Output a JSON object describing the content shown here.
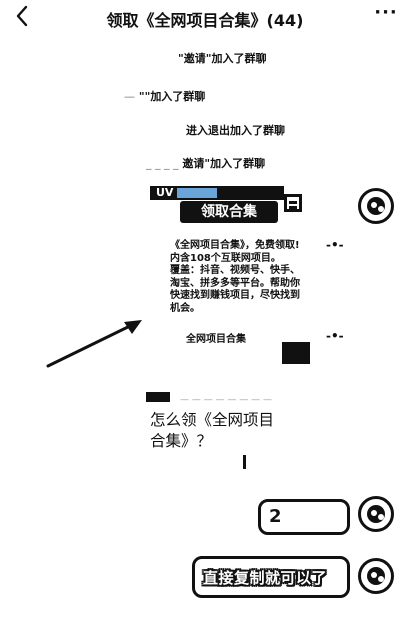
{
  "header": {
    "title": "领取《全网项目合集》(44)",
    "more_label": "···"
  },
  "system_messages": [
    {
      "prefix": "\"",
      "inviter": "邀请",
      "invitee": "\"",
      "suffix": "加入了群聊"
    },
    {
      "prefix": "",
      "inviter": "\"",
      "invitee": "\"",
      "suffix": "加入了群聊"
    },
    {
      "prefix": "",
      "inviter": "进入",
      "invitee": "退出",
      "suffix": "加入了群聊"
    },
    {
      "prefix": "",
      "inviter": "邀请",
      "invitee": "\"",
      "suffix": "加入了群聊"
    }
  ],
  "promo": {
    "banner": "UV",
    "label": "领取合集"
  },
  "card": {
    "lines": [
      "《全网项目合集》，免费领取!",
      "内含108个互联网项目。",
      "覆盖：抖音、视频号、快手、",
      "淘宝、拼多多等平台。帮助你",
      "快速找到赚钱项目，尽快找到",
      "机会。"
    ]
  },
  "card2": {
    "title": "全网项目合集",
    "desc_line1": "",
    "desc_line2": "",
    "button": ""
  },
  "question": {
    "line1": "怎么领《全网项目",
    "line2": "合集》？"
  },
  "reply_bubble": {
    "text": "2"
  },
  "big_bubble": {
    "text": "直接复制就可以了"
  }
}
